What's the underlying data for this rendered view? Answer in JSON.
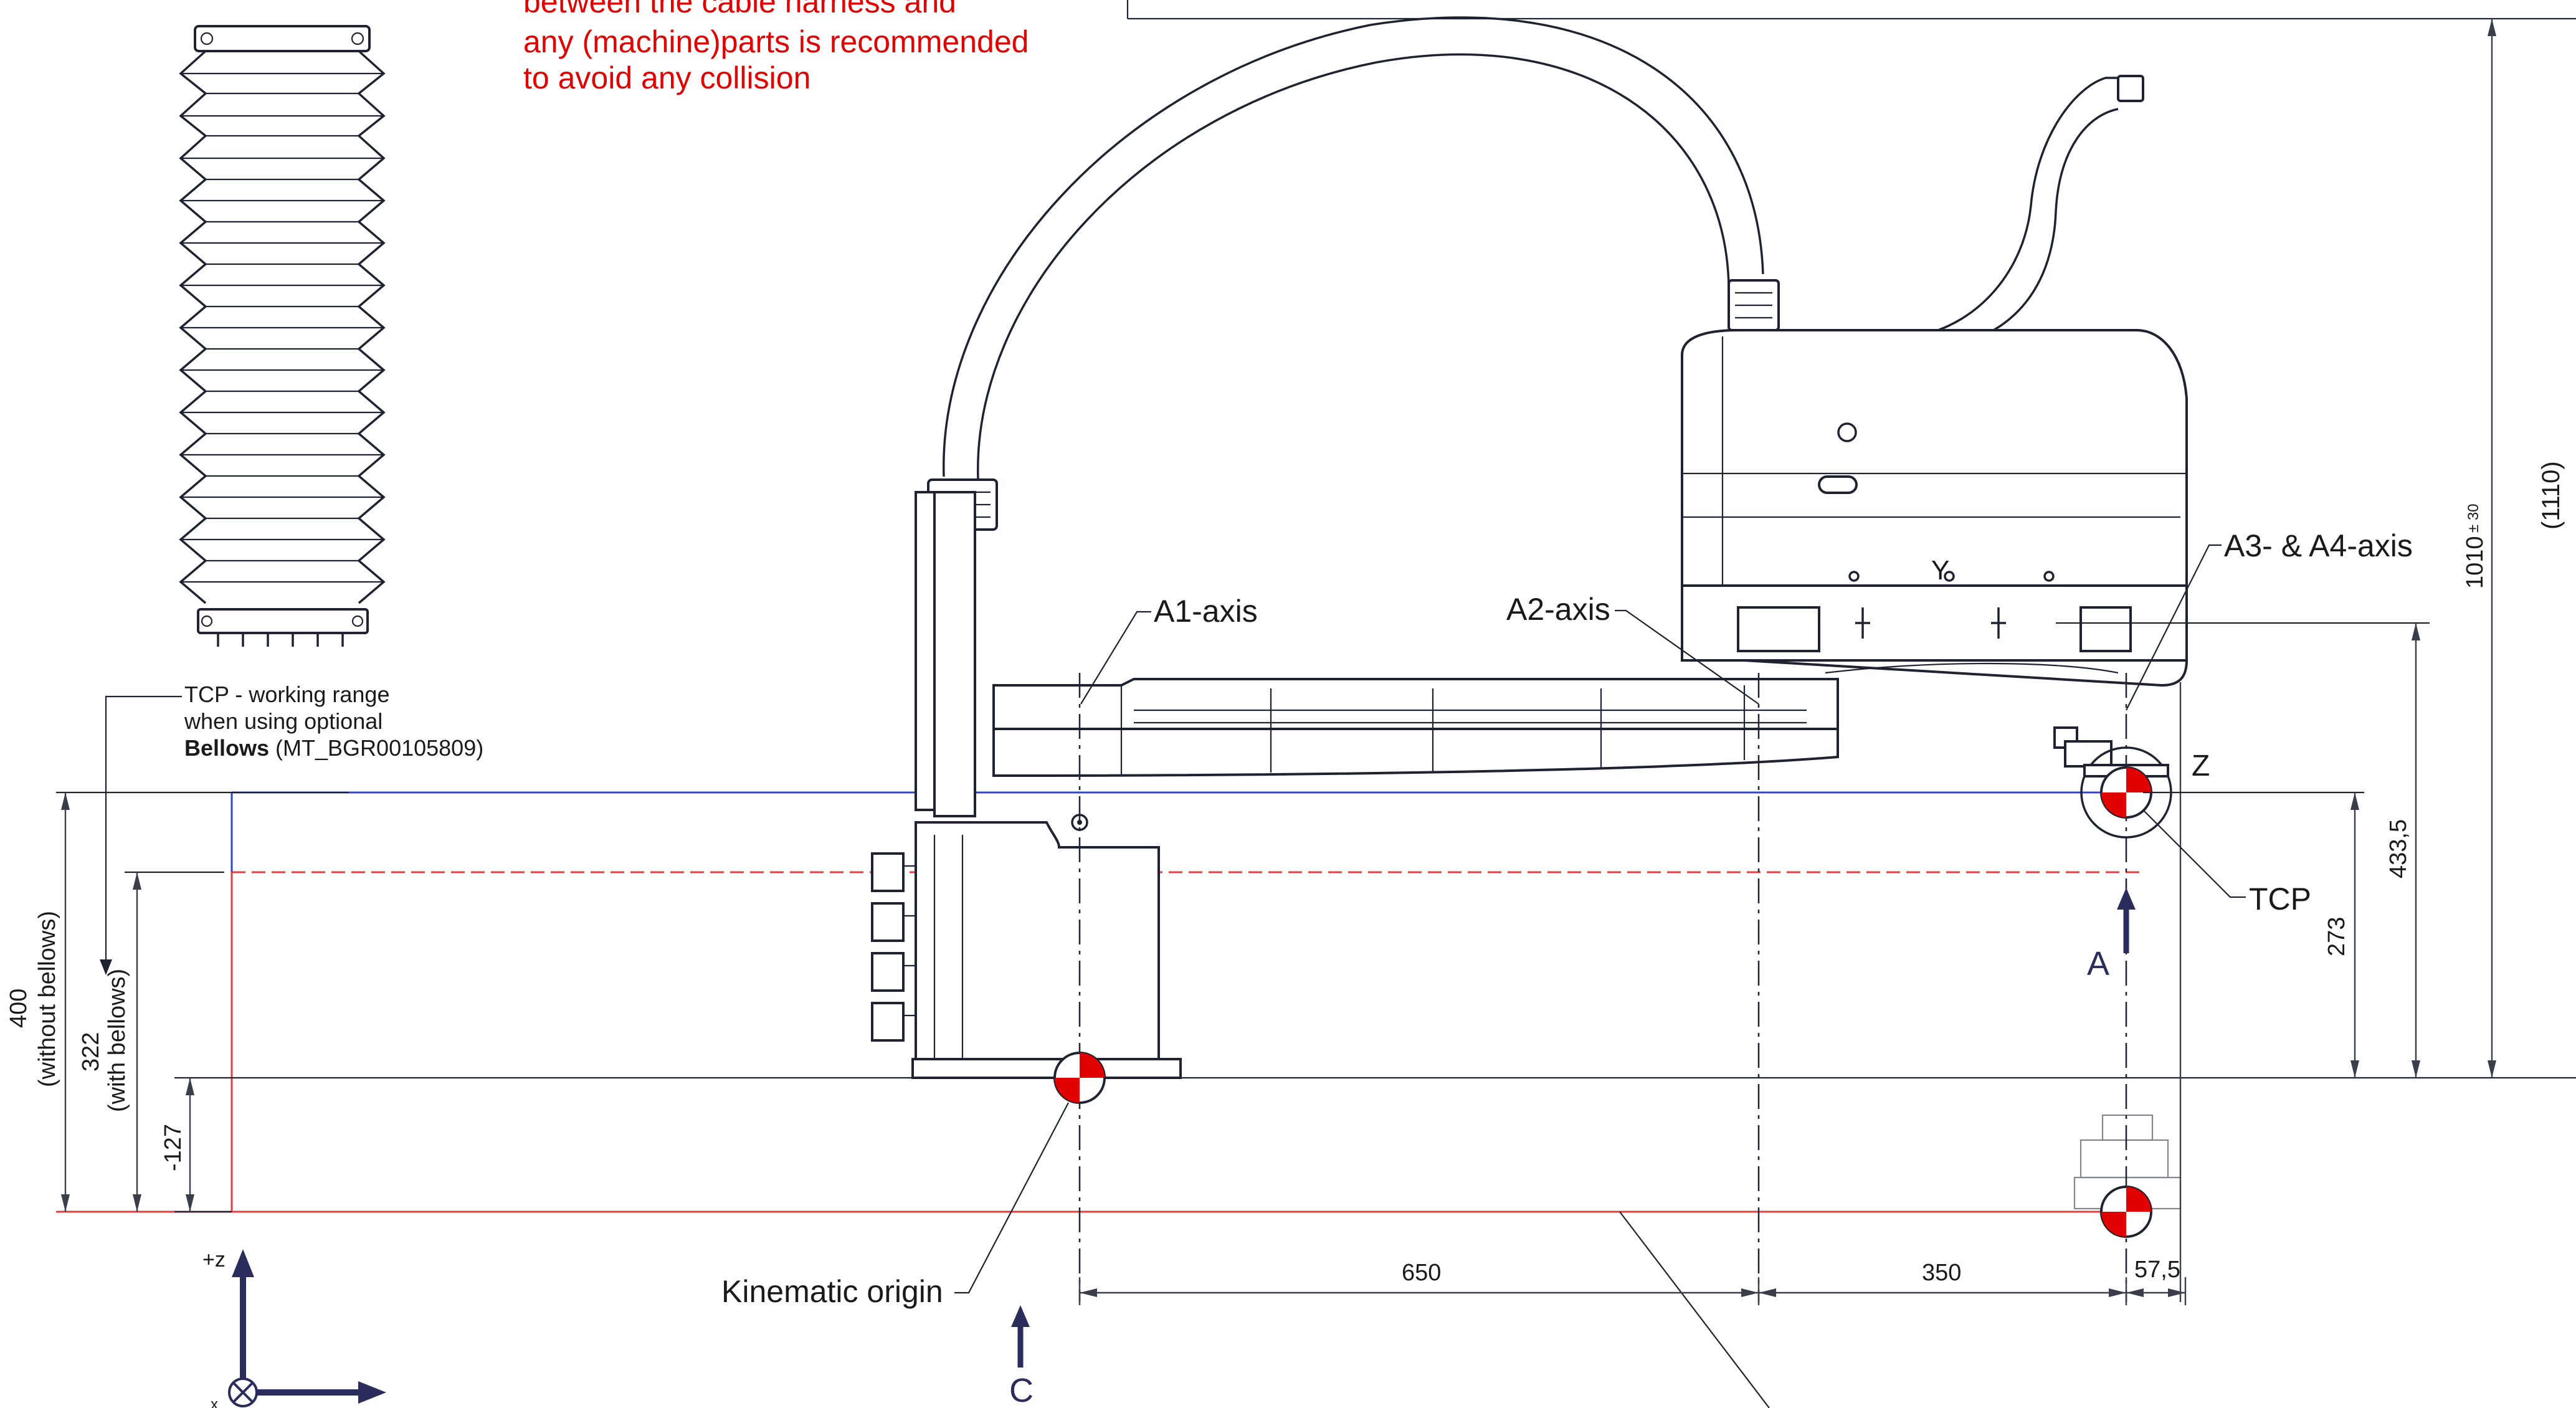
{
  "note": {
    "lines": [
      "between the cable harness and",
      "any (machine)parts is recommended",
      "to avoid any collision"
    ],
    "color": "#e00000"
  },
  "labels": {
    "a1_axis": "A1-axis",
    "a2_axis": "A2-axis",
    "a3_a4_axis": "A3- & A4-axis",
    "tcp": "TCP",
    "kinematic_origin": "Kinematic origin",
    "view_a": "A",
    "view_c": "C",
    "y_marker": "Y",
    "z_marker": "Z",
    "plus_z": "+z",
    "x_marker": "x"
  },
  "tcp_note": {
    "line1": "TCP - working range",
    "line2": "when using optional",
    "bold": "Bellows",
    "part_number": " (MT_BGR00105809)"
  },
  "dimensions": {
    "d650": "650",
    "d350": "350",
    "d57_5": "57,5",
    "d433_5": "433,5",
    "d273": "273",
    "d1010": "1010",
    "d1010_tol": "± 30",
    "d1110": "(1110)",
    "d400": "400",
    "d400_note": "(without bellows)",
    "d322": "322",
    "d322_note": "(with bellows)",
    "d_minus127": "-127"
  },
  "colors": {
    "accent_red": "#e00000",
    "line_blue": "#3344cc",
    "ink": "#1f2230",
    "navy_arrow": "#2a2c5c"
  }
}
